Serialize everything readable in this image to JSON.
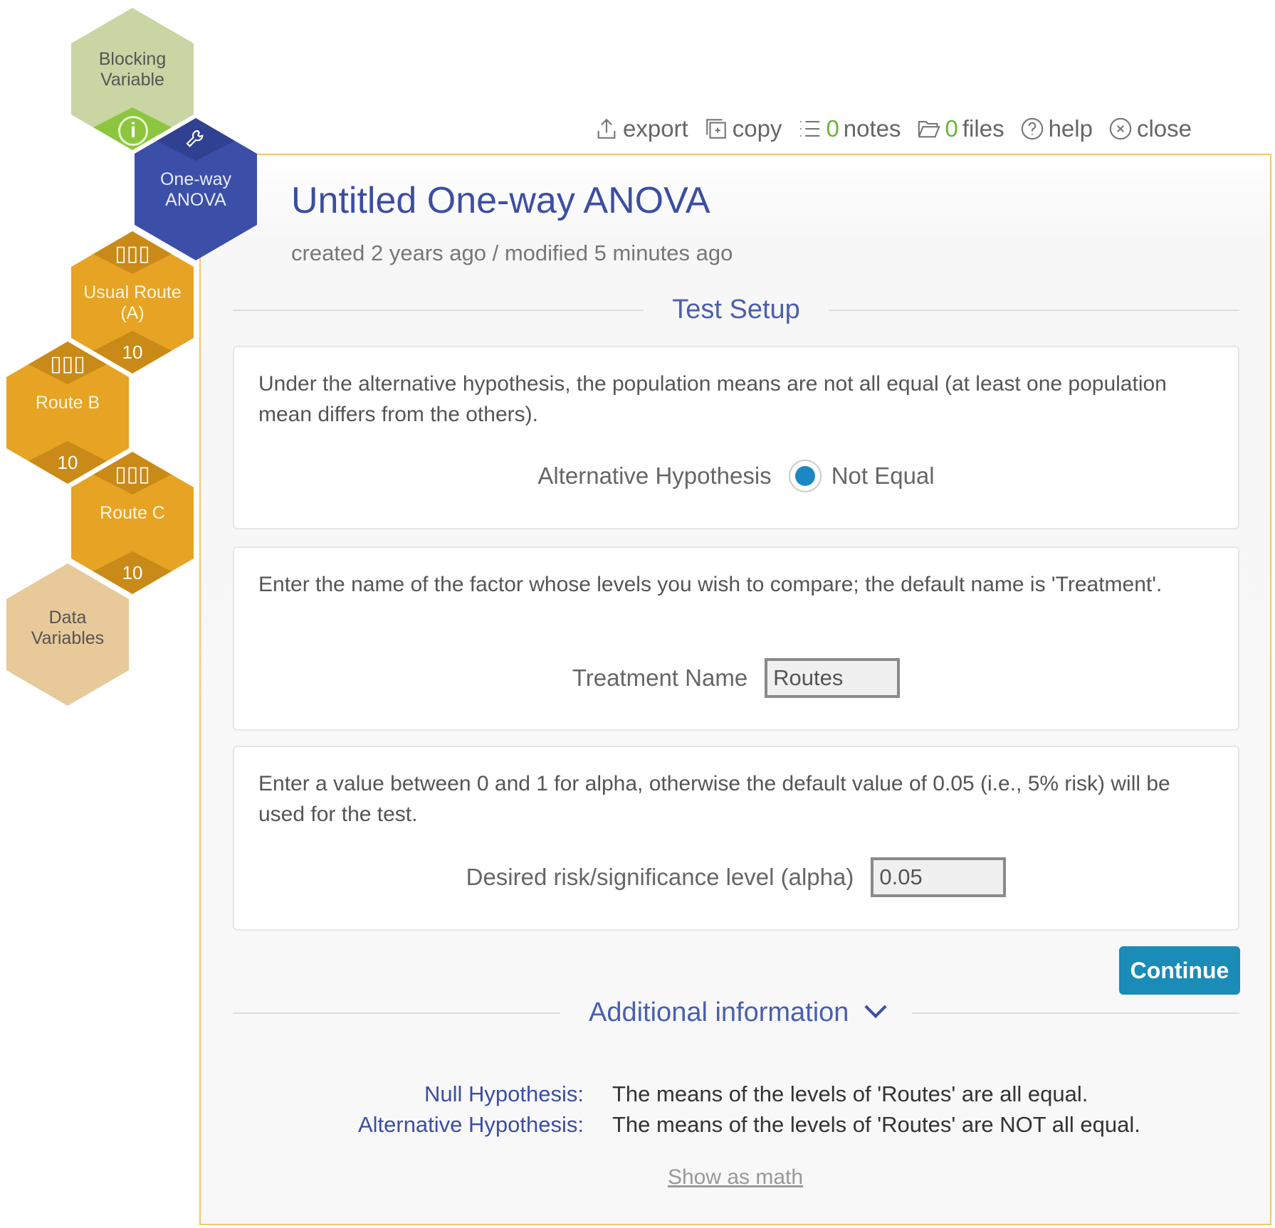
{
  "nav": {
    "blocking": {
      "label_1": "Blocking",
      "label_2": "Variable",
      "icon": "info-icon"
    },
    "anova": {
      "label_1": "One-way",
      "label_2": "ANOVA",
      "icon": "wrench-icon"
    },
    "route_a": {
      "label_1": "Usual Route",
      "label_2": "(A)",
      "count": "10",
      "icon": "bar-chart-icon"
    },
    "route_b": {
      "label_1": "Route B",
      "count": "10",
      "icon": "bar-chart-icon"
    },
    "route_c": {
      "label_1": "Route C",
      "count": "10",
      "icon": "bar-chart-icon"
    },
    "data_vars": {
      "label_1": "Data",
      "label_2": "Variables"
    }
  },
  "toolbar": {
    "export": "export",
    "copy": "copy",
    "notes_count": "0",
    "notes": "notes",
    "files_count": "0",
    "files": "files",
    "help": "help",
    "close": "close"
  },
  "header": {
    "title": "Untitled One-way ANOVA",
    "meta": "created 2 years ago / modified 5 minutes ago"
  },
  "test_setup": {
    "heading": "Test Setup",
    "alt_box": {
      "description": "Under the alternative hypothesis, the population means are not all equal (at least one population mean differs from the others).",
      "label": "Alternative Hypothesis",
      "option": "Not Equal",
      "selected": true
    },
    "treatment_box": {
      "description": "Enter the name of the factor whose levels you wish to compare; the default name is 'Treatment'.",
      "label": "Treatment Name",
      "value": "Routes"
    },
    "alpha_box": {
      "description": "Enter a value between 0 and 1 for alpha, otherwise the default value of 0.05 (i.e., 5% risk) will be used for the test.",
      "label": "Desired risk/significance level (alpha)",
      "value": "0.05"
    },
    "continue": "Continue"
  },
  "additional": {
    "heading": "Additional information",
    "null_label": "Null Hypothesis:",
    "null_text": "The means of the levels of 'Routes' are all equal.",
    "alt_label": "Alternative Hypothesis:",
    "alt_text": "The means of the levels of 'Routes' are NOT all equal.",
    "show_math": "Show as math"
  },
  "colors": {
    "accent": "#3b4ea3",
    "button": "#1b8bb8",
    "hex_orange": "#e6a324",
    "hex_blocking": "#c9d5a3",
    "hex_data": "#e8c99a",
    "count_green": "#6bb33a"
  }
}
